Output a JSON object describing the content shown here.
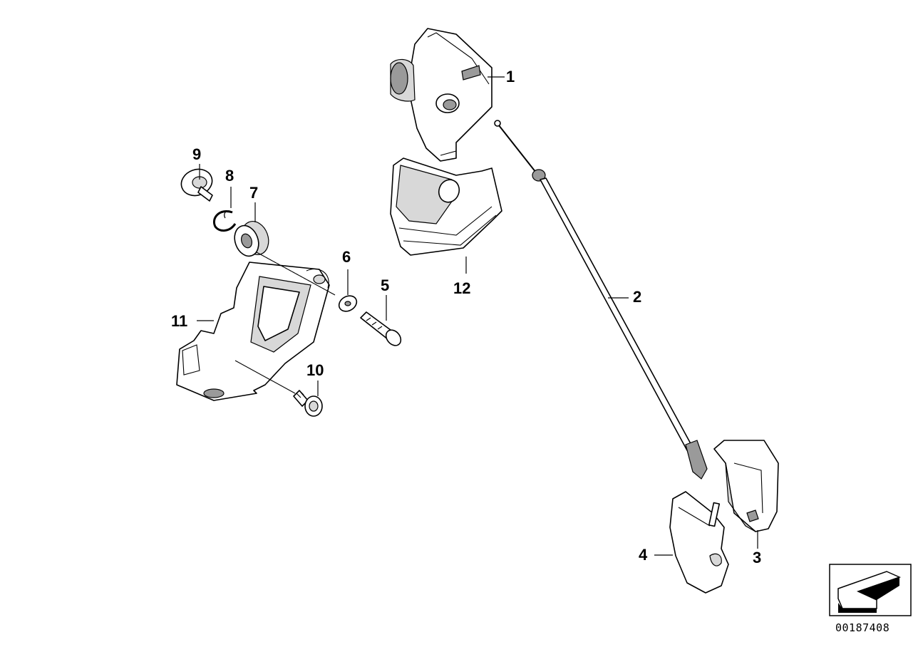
{
  "diagram": {
    "callouts": [
      "1",
      "2",
      "3",
      "4",
      "5",
      "6",
      "7",
      "8",
      "9",
      "10",
      "11",
      "12"
    ],
    "diagram_number": "00187408"
  }
}
